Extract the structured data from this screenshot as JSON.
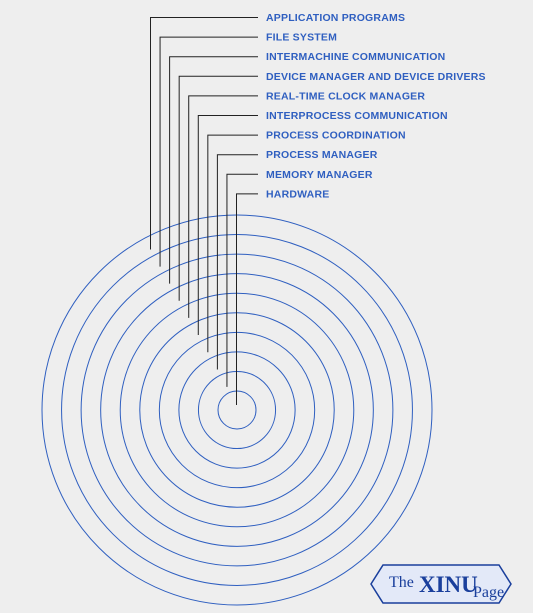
{
  "colors": {
    "background": "#eeeeee",
    "ring_stroke": "#2f5fc0",
    "label_text": "#2f5fc0",
    "leader_line": "#222222",
    "logo_fill": "#e3e9f8",
    "logo_stroke": "#1a3f9c",
    "logo_text": "#1a3f9c"
  },
  "diagram": {
    "layers": [
      {
        "id": "application-programs",
        "label": "APPLICATION PROGRAMS"
      },
      {
        "id": "file-system",
        "label": "FILE SYSTEM"
      },
      {
        "id": "intermachine-communication",
        "label": "INTERMACHINE COMMUNICATION"
      },
      {
        "id": "device-manager-and-device-drivers",
        "label": "DEVICE MANAGER AND DEVICE DRIVERS"
      },
      {
        "id": "real-time-clock-manager",
        "label": "REAL-TIME CLOCK MANAGER"
      },
      {
        "id": "interprocess-communication",
        "label": "INTERPROCESS COMMUNICATION"
      },
      {
        "id": "process-coordination",
        "label": "PROCESS COORDINATION"
      },
      {
        "id": "process-manager",
        "label": "PROCESS MANAGER"
      },
      {
        "id": "memory-manager",
        "label": "MEMORY MANAGER"
      },
      {
        "id": "hardware",
        "label": "HARDWARE"
      }
    ]
  },
  "logo": {
    "word_the": "The",
    "word_xinu": "XINU",
    "word_page": "Page"
  }
}
